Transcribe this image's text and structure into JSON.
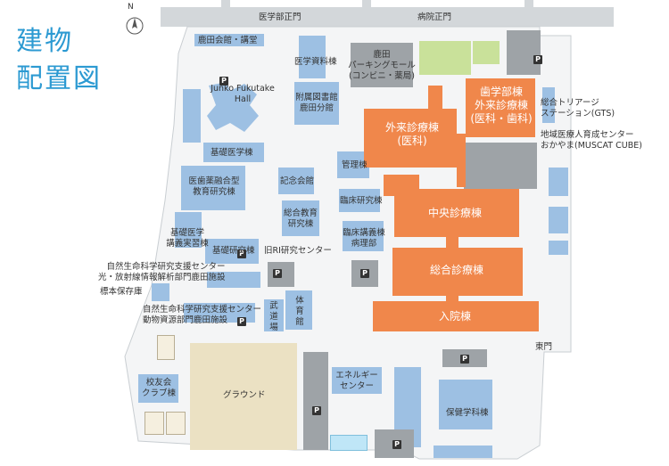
{
  "title": {
    "line1": "建物",
    "line2": "配置図"
  },
  "compass": {
    "letter": "N"
  },
  "gates": {
    "medical_main": "医学部正門",
    "hospital_main": "病院正門",
    "east": "東門"
  },
  "parking_symbol": "P",
  "buildings": {
    "kaikan": "鹿田会館・講堂",
    "fukutake": "Junko Fukutake\nHall",
    "archive": "医学資料棟",
    "parking_mall": "鹿田\nパーキングモール\n(コンビニ・薬局)",
    "library": "附属図書館\n鹿田分館",
    "basic_med": "基礎医学棟",
    "outpatient": "外来診療棟\n(医科)",
    "dental": "歯学部棟\n外来診療棟\n(医科・歯科)",
    "gts": "総合トリアージ\nステーション(GTS)",
    "muscat": "地域医療人育成センター\nおかやま(MUSCAT CUBE)",
    "admin": "管理棟",
    "kinen": "記念会館",
    "shika_research": "医歯薬融合型\n教育研究棟",
    "clinical_research": "臨床研究棟",
    "central": "中央診療棟",
    "edu_research": "総合教育\n研究棟",
    "basic_practice": "基礎医学\n講義実習棟",
    "clinical_lecture": "臨床講義棟\n病理部",
    "basic_research": "基礎研究棟",
    "old_ri": "旧RI研究センター",
    "general": "総合診療棟",
    "natural_ri": "自然生命科学研究支援センター\n光・放射線情報解析部門鹿田施設",
    "specimen": "標本保存庫",
    "natural_animal": "自然生命科学研究支援センター\n動物資源部門鹿田施設",
    "budo": "武\n道\n場",
    "gym": "体\n育\n館",
    "ward": "入院棟",
    "alumni": "校友会\nクラブ棟",
    "ground": "グラウンド",
    "energy": "エネルギー\nセンター",
    "hoken": "保健学科棟"
  },
  "colors": {
    "highlight": "#f0874b",
    "building": "#9dc0e3",
    "facility": "#9ea3a7",
    "green": "#c9e19a",
    "ground": "#ebe1c3",
    "title": "#2c9ad2"
  }
}
